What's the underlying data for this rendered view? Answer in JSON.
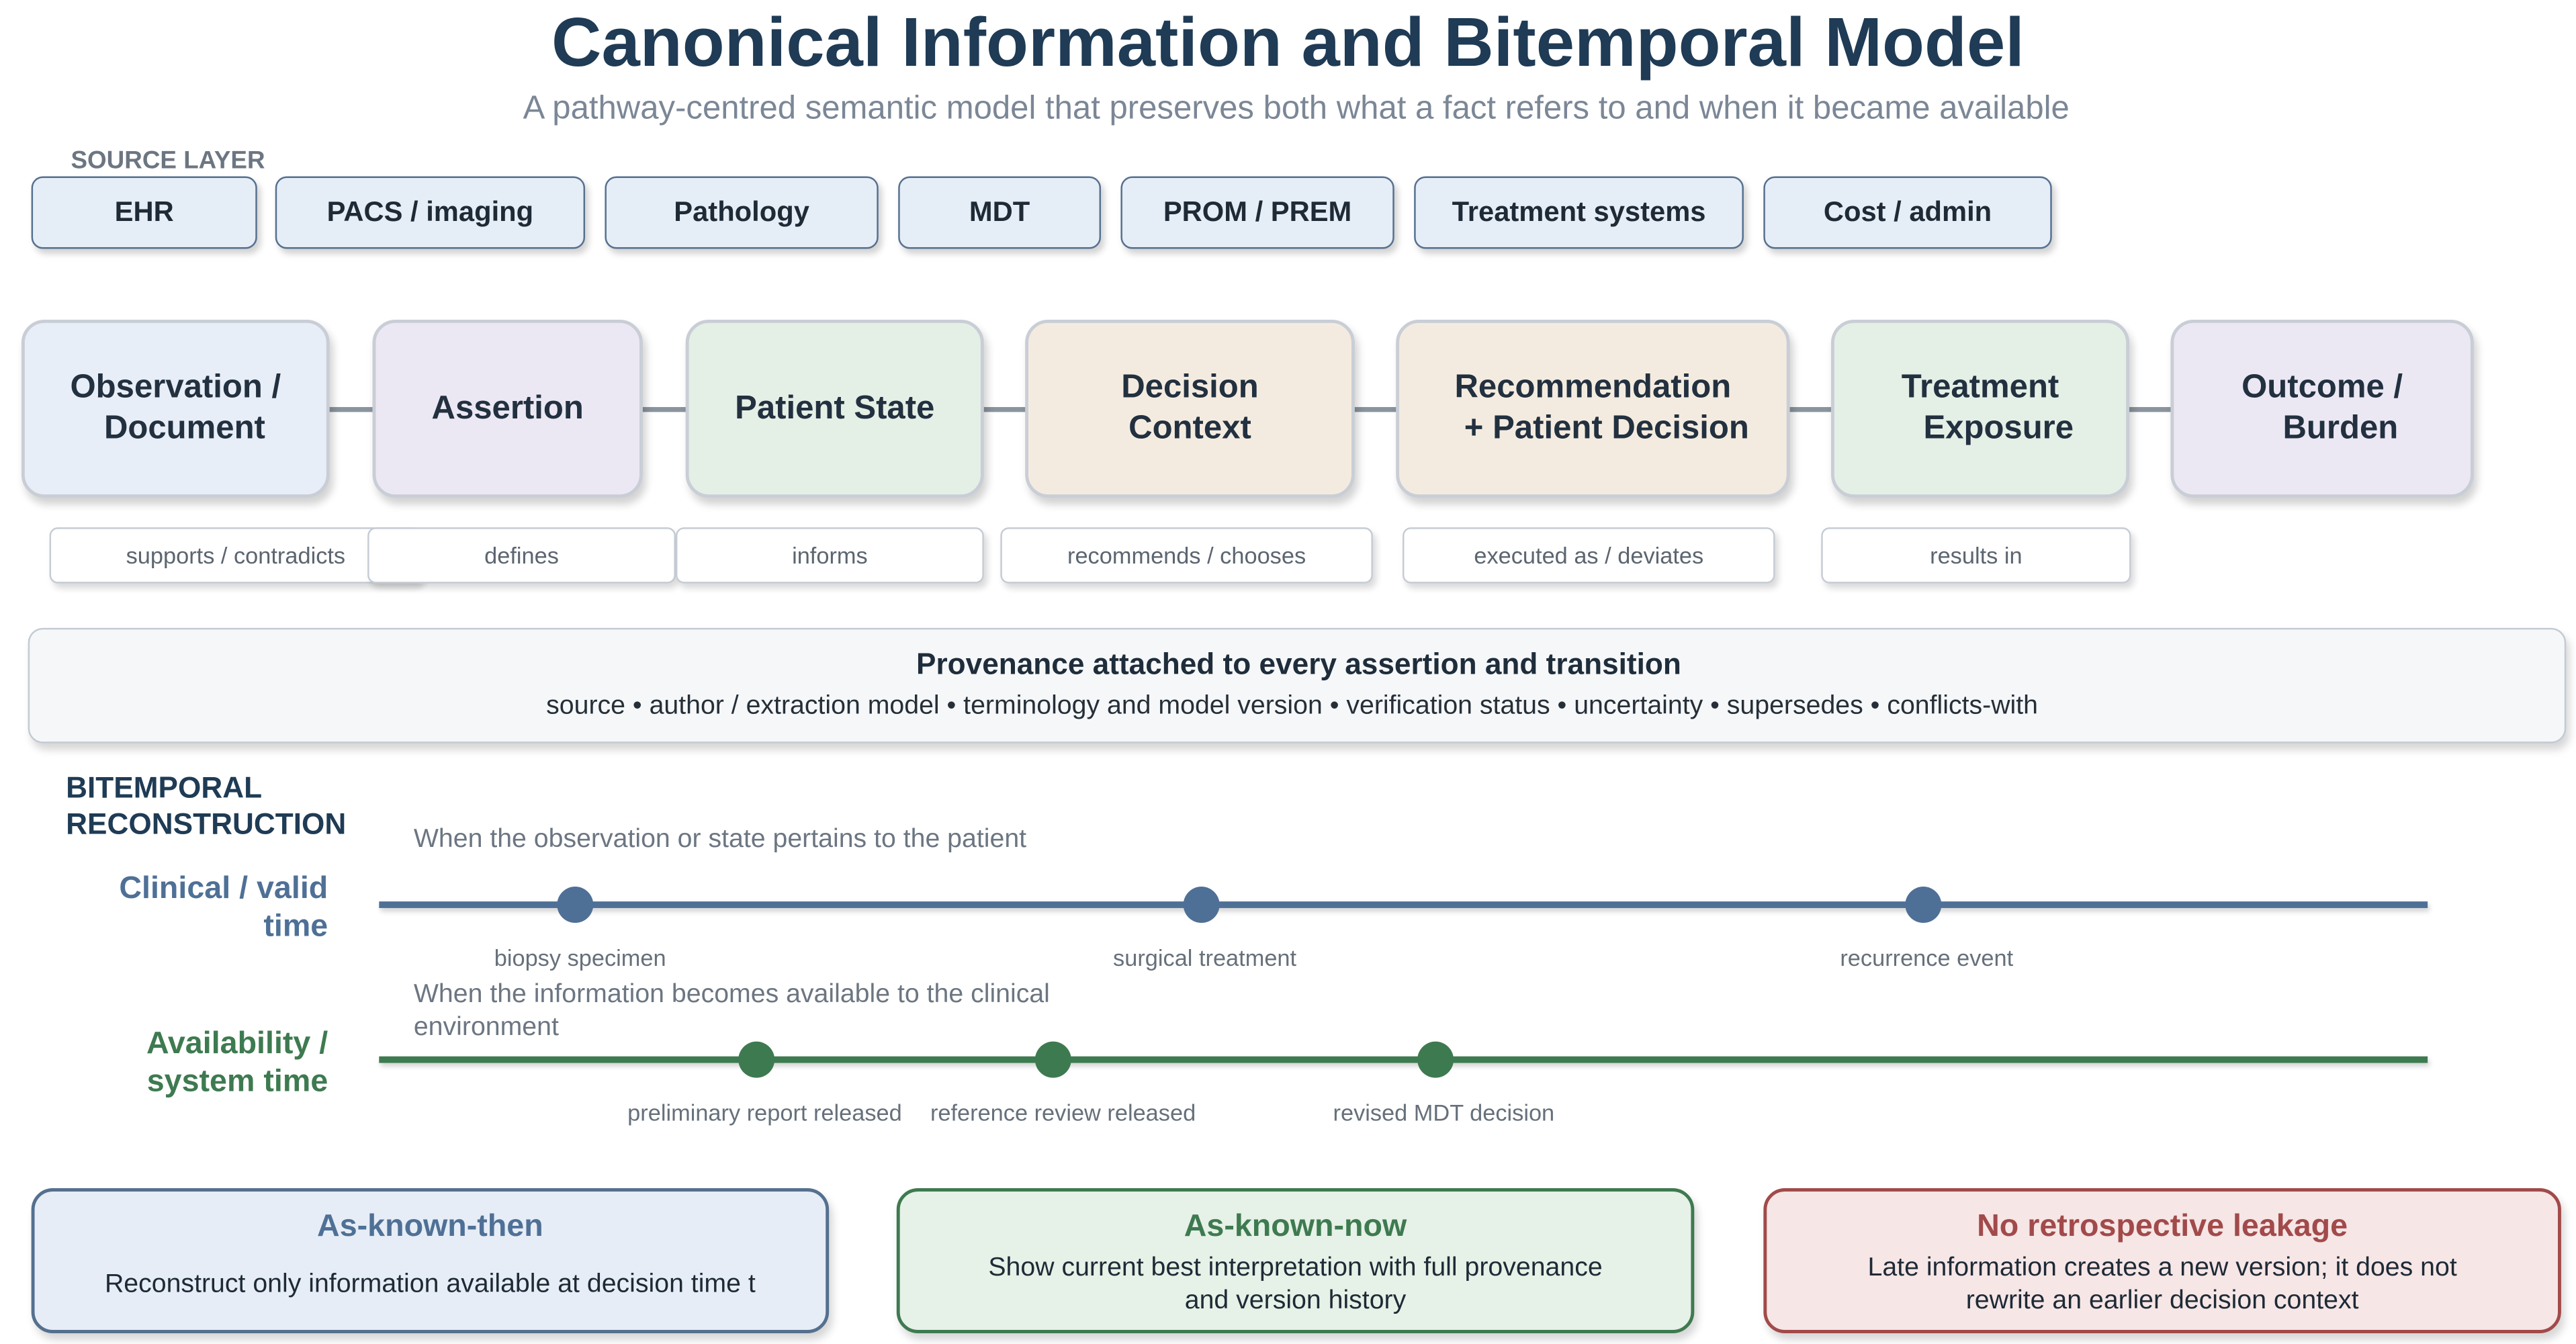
{
  "title": "Canonical Information and Bitemporal Model",
  "subtitle": "A pathway-centred semantic model that preserves both what a fact refers to and when it became available",
  "source_layer": {
    "label": "SOURCE LAYER",
    "sources": [
      "EHR",
      "PACS / imaging",
      "Pathology",
      "MDT",
      "PROM / PREM",
      "Treatment systems",
      "Cost / admin"
    ]
  },
  "pathway": {
    "nodes": [
      {
        "label": "Observation /\n  Document",
        "color": "#e7eef7"
      },
      {
        "label": "Assertion",
        "color": "#ebe8f4"
      },
      {
        "label": "Patient State",
        "color": "#e4efe6"
      },
      {
        "label": "Decision\nContext",
        "color": "#f4ebe0"
      },
      {
        "label": "Recommendation\n   + Patient Decision",
        "color": "#f4ebe0"
      },
      {
        "label": "Treatment\n    Exposure",
        "color": "#e4efe6"
      },
      {
        "label": "Outcome /\n    Burden",
        "color": "#ebe8f4"
      }
    ],
    "relations": [
      "supports / contradicts",
      "defines",
      "informs",
      "recommends / chooses",
      "executed as / deviates",
      "results in"
    ]
  },
  "provenance": {
    "title": "Provenance attached to every assertion and transition",
    "items": "source • author / extraction model • terminology and model version • verification status • uncertainty • supersedes • conflicts-with"
  },
  "bitemporal": {
    "label": "BITEMPORAL\nRECONSTRUCTION",
    "clinical": {
      "name": "Clinical / valid\ntime",
      "description": "When the observation or state pertains to the patient",
      "color": "#4f7096",
      "events": [
        "biopsy specimen",
        "surgical treatment",
        "recurrence event"
      ]
    },
    "availability": {
      "name": "Availability /\nsystem time",
      "description": "When the information becomes available to the clinical environment",
      "color": "#3e7a50",
      "events": [
        "preliminary report released",
        "reference review released",
        "revised MDT decision"
      ]
    }
  },
  "cards": [
    {
      "title": "As-known-then",
      "text": "Reconstruct only information available at decision time t",
      "title_color": "#4f7096",
      "bg": "#e6edf6",
      "border": "#55708f"
    },
    {
      "title": "As-known-now",
      "text": "Show current best interpretation with full provenance and version history",
      "title_color": "#3e7a50",
      "bg": "#e6f1e7",
      "border": "#3e7a50"
    },
    {
      "title": "No retrospective leakage",
      "text": "Late information creates a new version; it does not rewrite an earlier decision context",
      "title_color": "#a24a4a",
      "bg": "#f6e6e6",
      "border": "#a24a4a"
    }
  ]
}
